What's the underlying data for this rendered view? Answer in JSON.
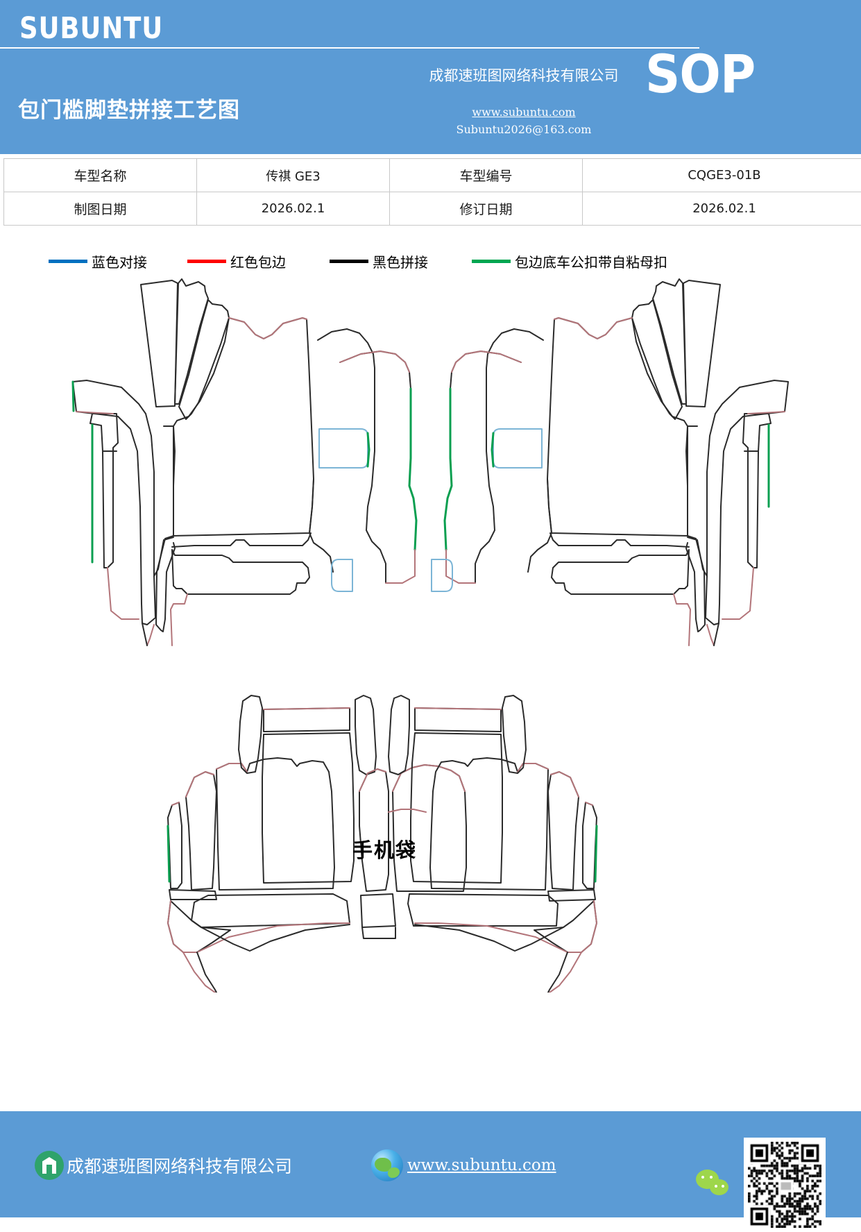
{
  "header": {
    "brand": "SUBUNTU",
    "doc_title": "包门槛脚垫拼接工艺图",
    "company_cn": "成都速班图网络科技有限公司",
    "website": "www.subuntu.com",
    "email": "Subuntu2026@163.com",
    "sop_badge": "SOP",
    "bg_color": "#5B9BD5"
  },
  "info_table": {
    "rows": [
      {
        "label1": "车型名称",
        "value1": "传祺 GE3",
        "label2": "车型编号",
        "value2": "CQGE3-01B"
      },
      {
        "label1": "制图日期",
        "value1": "2026.02.1",
        "label2": "修订日期",
        "value2": "2026.02.1"
      }
    ]
  },
  "legend": {
    "items": [
      {
        "label": "蓝色对接",
        "color": "#0070C0"
      },
      {
        "label": "红色包边",
        "color": "#FF0000"
      },
      {
        "label": "黑色拼接",
        "color": "#000000"
      },
      {
        "label": "包边底车公扣带自粘母扣",
        "color": "#00A651"
      }
    ]
  },
  "diagram": {
    "phone_pocket_label": "手机袋",
    "line_colors": {
      "black_stitch": "#2b2b2b",
      "red_edge": "#b3757a",
      "green_hook": "#0a9f50",
      "blue_butt": "#7cb5d6"
    }
  },
  "footer": {
    "company_cn": "成都速班图网络科技有限公司",
    "website": "www.subuntu.com",
    "bg_color": "#5B9BD5"
  }
}
